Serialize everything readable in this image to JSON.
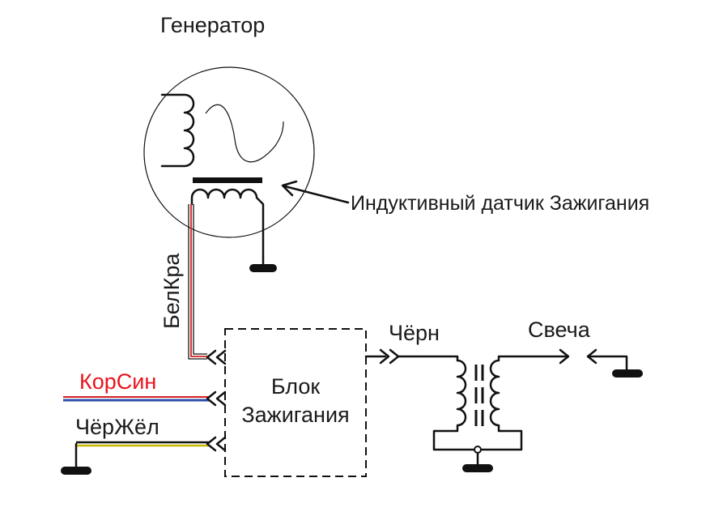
{
  "labels": {
    "generator": "Генератор",
    "sensor": "Индуктивный датчик Зажигания",
    "belkra": "БелКра",
    "korsin": "КорСин",
    "cherzhel": "ЧёрЖёл",
    "block_line1": "Блок",
    "block_line2": "Зажигания",
    "chern": "Чёрн",
    "svecha": "Свеча"
  },
  "colors": {
    "korsin_label": "#e8141b",
    "wire_red": "#d42020",
    "wire_blue": "#2e4ea8",
    "wire_yellow": "#c6b800",
    "ink": "#111111"
  }
}
